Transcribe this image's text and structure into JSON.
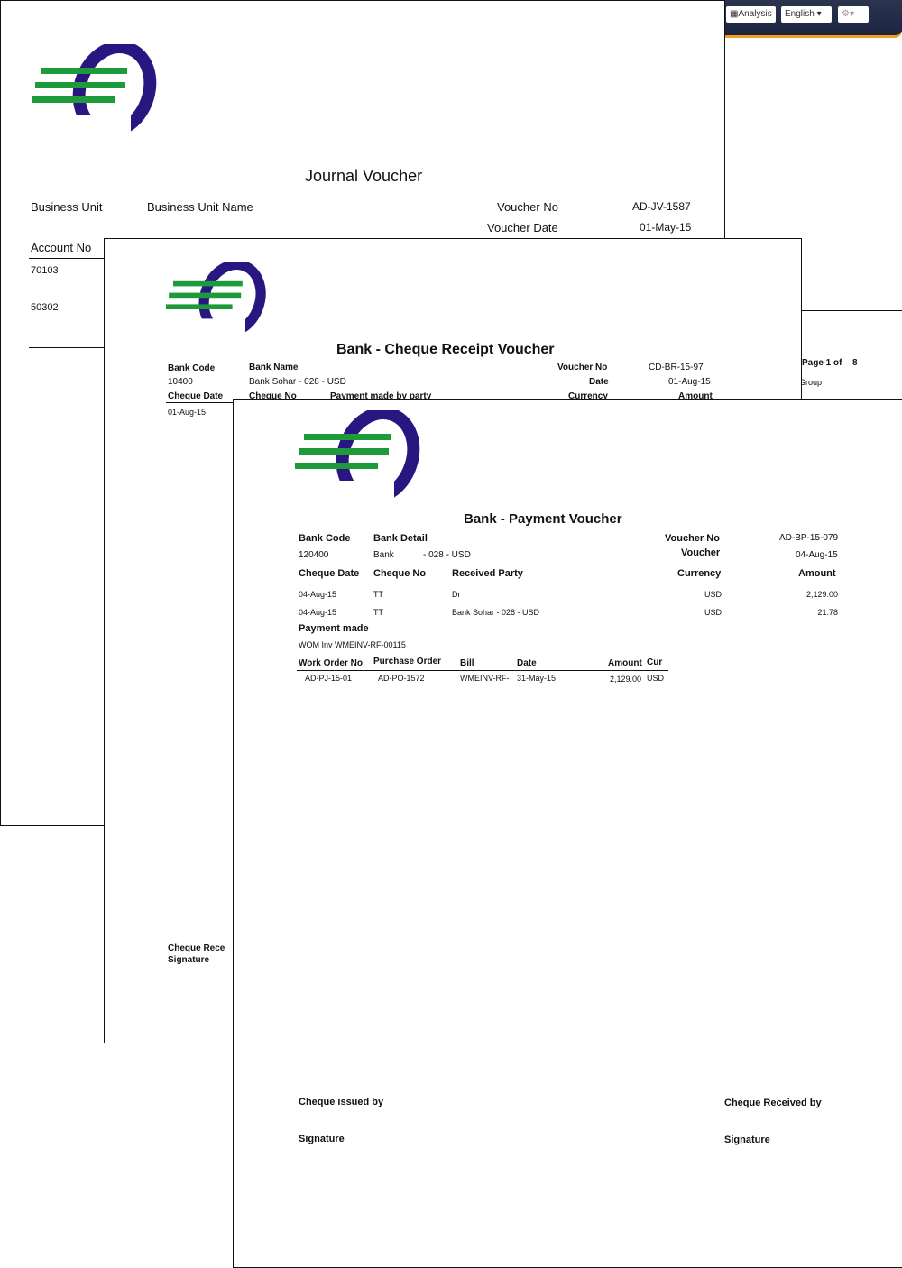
{
  "toolbar": {
    "analysis": "Analysis",
    "language": "English",
    "settings_icon": "gear-icon"
  },
  "back_page": {
    "page_label": "Page 1 of",
    "page_total": "8",
    "group": "Group"
  },
  "journal": {
    "title": "Journal Voucher",
    "business_unit": "Business Unit",
    "business_unit_name": "Business Unit Name",
    "voucher_no_label": "Voucher No",
    "voucher_no": "AD-JV-1587",
    "voucher_date_label": "Voucher Date",
    "voucher_date": "01-May-15",
    "account_no": "Account No",
    "accounts": [
      "70103",
      "50302"
    ]
  },
  "receipt": {
    "title": "Bank - Cheque Receipt Voucher",
    "bank_code_label": "Bank Code",
    "bank_code": "10400",
    "bank_name_label": "Bank Name",
    "bank_name": "Bank Sohar - 028 - USD",
    "voucher_no_label": "Voucher No",
    "voucher_no": "CD-BR-15-97",
    "date_label": "Date",
    "date": "01-Aug-15",
    "cols": [
      "Cheque Date",
      "Cheque No",
      "Payment made by party",
      "Currency",
      "Amount"
    ],
    "row_date": "01-Aug-15",
    "footer1": "Cheque Rece",
    "footer2": "Signature"
  },
  "payment": {
    "title": "Bank - Payment Voucher",
    "bank_code_label": "Bank Code",
    "bank_code": "120400",
    "bank_detail_label": "Bank Detail",
    "bank_detail_a": "Bank",
    "bank_detail_b": "- 028 - USD",
    "voucher_no_label": "Voucher No",
    "voucher_no": "AD-BP-15-079",
    "voucher_date_label": "Voucher",
    "voucher_date": "04-Aug-15",
    "cols": [
      "Cheque Date",
      "Cheque No",
      "Received Party",
      "Currency",
      "Amount"
    ],
    "rows": [
      [
        "04-Aug-15",
        "TT",
        "Dr",
        "USD",
        "2,129.00"
      ],
      [
        "04-Aug-15",
        "TT",
        "Bank Sohar - 028 - USD",
        "USD",
        "21.78"
      ]
    ],
    "payment_made_label": "Payment made",
    "payment_made": "WOM Inv WMEINV-RF-00115",
    "sub_cols": [
      "Work Order No",
      "Purchase Order",
      "Bill",
      "Date",
      "Amount",
      "Cur"
    ],
    "sub_row": [
      "AD-PJ-15-01",
      "AD-PO-1572",
      "WMEINV-RF-",
      "31-May-15",
      "2,129.00",
      "USD"
    ],
    "issued_by": "Cheque issued by",
    "received_by": "Cheque Received by",
    "signature": "Signature"
  }
}
